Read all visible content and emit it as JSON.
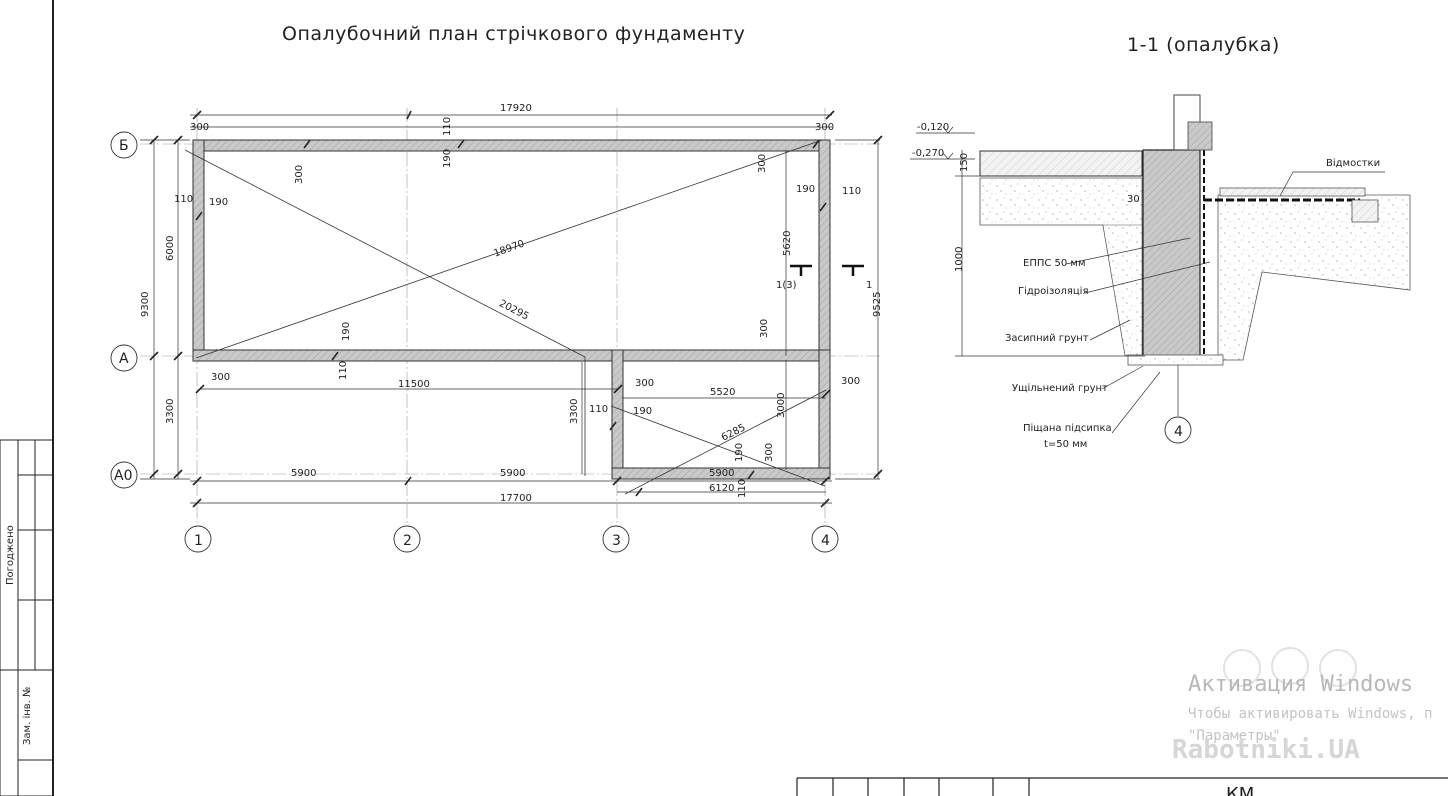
{
  "titles": {
    "plan": "Опалубочний план стрічкового фундаменту",
    "section": "1-1 (опалубка)"
  },
  "axes": {
    "horizontal": [
      "1",
      "2",
      "3",
      "4"
    ],
    "vertical": [
      "Б",
      "А",
      "А0"
    ],
    "section_axis": "4"
  },
  "plan_dims": {
    "overall_top": "17920",
    "overall_bottom": "17700",
    "span_1_2": "5900",
    "span_2_3": "5900",
    "span_3_4": "5900",
    "inner_3_4": "5520",
    "inner_6120": "6120",
    "inner_11500": "11500",
    "left_6000": "6000",
    "left_3300": "3300",
    "left_9300": "9300",
    "right_9525": "9525",
    "right_5620": "5620",
    "right_3000": "3000",
    "inner_3300": "3300",
    "diag_18970": "18970",
    "diag_20295": "20295",
    "diag_6285": "6285",
    "d300": "300",
    "d110": "110",
    "d190": "190"
  },
  "section_marks": {
    "left": "1(3)",
    "right": "1"
  },
  "section_labels": {
    "lvl_0120": "-0,120",
    "lvl_0270": "-0,270",
    "dim_150": "150",
    "dim_1000": "1000",
    "dim_30": "30",
    "otmostka": "Відмостки",
    "epps": "ЕППС 50 мм",
    "hydro": "Гідроізоляція",
    "backfill": "Засипний грунт",
    "compacted": "Ущільнений грунт",
    "sand": "Піщана підсипка",
    "sand_t": "t=50 мм"
  },
  "side_stamp": {
    "approved": "Погоджено",
    "inv": "Зам. інв. №"
  },
  "title_block": {
    "code": "КМ"
  },
  "watermark": {
    "activate": "Активация Windows",
    "activate_sub": "Чтобы активировать Windows, п",
    "params": "\"Параметры\".",
    "site": "Rabotniki.UA"
  }
}
